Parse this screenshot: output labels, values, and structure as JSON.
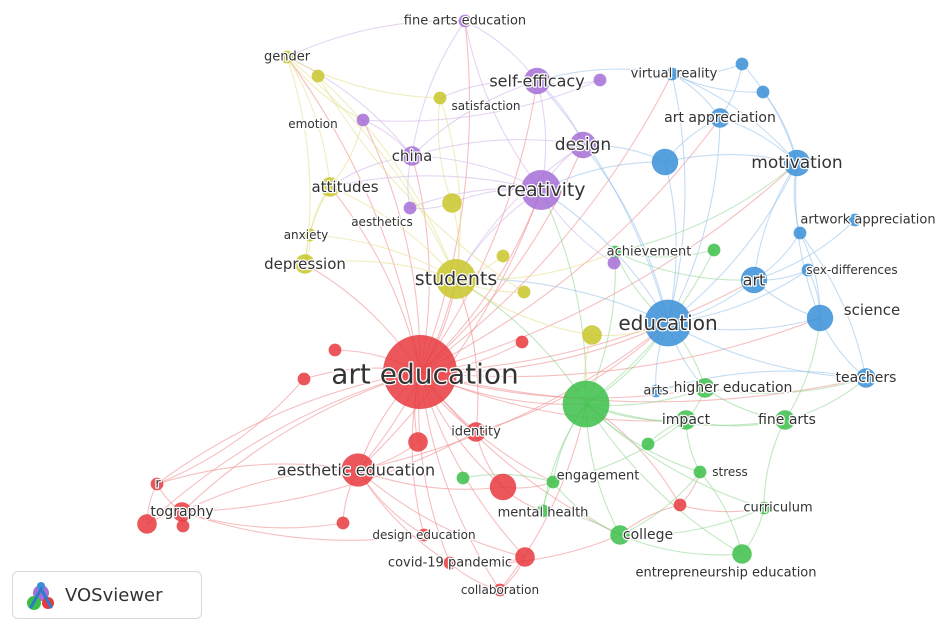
{
  "app": {
    "logo_icon": "vosviewer-logo-icon",
    "brand": "VOSviewer"
  },
  "clusters": {
    "red": {
      "color": "#e8393e",
      "line": "#ef8a8c"
    },
    "green": {
      "color": "#3cbf4a",
      "line": "#8fd68f"
    },
    "blue": {
      "color": "#3a8fd8",
      "line": "#93c1ea"
    },
    "yellow": {
      "color": "#c9c52a",
      "line": "#e3df86"
    },
    "purple": {
      "color": "#a66fd6",
      "line": "#cfb2ea"
    }
  },
  "nodes": [
    {
      "id": "art-education",
      "label": "art education",
      "cluster": "red",
      "weight": 10
    },
    {
      "id": "aesthetic-education",
      "label": "aesthetic education",
      "cluster": "red",
      "weight": 4
    },
    {
      "id": "identity",
      "label": "identity",
      "cluster": "red",
      "weight": 2
    },
    {
      "id": "r",
      "label": "r",
      "cluster": "red",
      "weight": 1
    },
    {
      "id": "tography",
      "label": "tography",
      "cluster": "red",
      "weight": 2
    },
    {
      "id": "design-education",
      "label": "design education",
      "cluster": "red",
      "weight": 1
    },
    {
      "id": "covid-19-pandemic",
      "label": "covid-19 pandemic",
      "cluster": "red",
      "weight": 1
    },
    {
      "id": "collaboration",
      "label": "collaboration",
      "cluster": "red",
      "weight": 1
    },
    {
      "id": "red-a",
      "label": "",
      "cluster": "red",
      "weight": 2
    },
    {
      "id": "red-b",
      "label": "",
      "cluster": "red",
      "weight": 3
    },
    {
      "id": "red-c",
      "label": "",
      "cluster": "red",
      "weight": 2
    },
    {
      "id": "red-d",
      "label": "",
      "cluster": "red",
      "weight": 1
    },
    {
      "id": "red-e",
      "label": "",
      "cluster": "red",
      "weight": 2
    },
    {
      "id": "red-f",
      "label": "",
      "cluster": "red",
      "weight": 1
    },
    {
      "id": "red-g",
      "label": "",
      "cluster": "red",
      "weight": 1
    },
    {
      "id": "red-h",
      "label": "",
      "cluster": "red",
      "weight": 1
    },
    {
      "id": "red-i",
      "label": "",
      "cluster": "red",
      "weight": 1
    },
    {
      "id": "red-j",
      "label": "",
      "cluster": "red",
      "weight": 1
    },
    {
      "id": "engagement",
      "label": "engagement",
      "cluster": "green",
      "weight": 1
    },
    {
      "id": "mental-health",
      "label": "mental health",
      "cluster": "green",
      "weight": 1
    },
    {
      "id": "college",
      "label": "college",
      "cluster": "green",
      "weight": 2
    },
    {
      "id": "entrepreneurship-education",
      "label": "entrepreneurship education",
      "cluster": "green",
      "weight": 2
    },
    {
      "id": "curriculum",
      "label": "curriculum",
      "cluster": "green",
      "weight": 1
    },
    {
      "id": "stress",
      "label": "stress",
      "cluster": "green",
      "weight": 1
    },
    {
      "id": "impact",
      "label": "impact",
      "cluster": "green",
      "weight": 2
    },
    {
      "id": "higher-education",
      "label": "higher education",
      "cluster": "green",
      "weight": 2
    },
    {
      "id": "fine-arts",
      "label": "fine arts",
      "cluster": "green",
      "weight": 2
    },
    {
      "id": "achievement",
      "label": "achievement",
      "cluster": "green",
      "weight": 1
    },
    {
      "id": "green-hub",
      "label": "",
      "cluster": "green",
      "weight": 6
    },
    {
      "id": "green-a",
      "label": "",
      "cluster": "green",
      "weight": 1
    },
    {
      "id": "green-b",
      "label": "",
      "cluster": "green",
      "weight": 1
    },
    {
      "id": "green-c",
      "label": "",
      "cluster": "green",
      "weight": 1
    },
    {
      "id": "education",
      "label": "education",
      "cluster": "blue",
      "weight": 6
    },
    {
      "id": "motivation",
      "label": "motivation",
      "cluster": "blue",
      "weight": 3
    },
    {
      "id": "art",
      "label": "art",
      "cluster": "blue",
      "weight": 3
    },
    {
      "id": "science",
      "label": "science",
      "cluster": "blue",
      "weight": 3
    },
    {
      "id": "teachers",
      "label": "teachers",
      "cluster": "blue",
      "weight": 2
    },
    {
      "id": "arts",
      "label": "arts",
      "cluster": "blue",
      "weight": 1
    },
    {
      "id": "virtual-reality",
      "label": "virtual reality",
      "cluster": "blue",
      "weight": 1
    },
    {
      "id": "art-appreciation",
      "label": "art appreciation",
      "cluster": "blue",
      "weight": 2
    },
    {
      "id": "artwork-appreciation",
      "label": "artwork appreciation",
      "cluster": "blue",
      "weight": 1
    },
    {
      "id": "sex-differences",
      "label": "sex-differences",
      "cluster": "blue",
      "weight": 1
    },
    {
      "id": "blue-a",
      "label": "",
      "cluster": "blue",
      "weight": 3
    },
    {
      "id": "blue-b",
      "label": "",
      "cluster": "blue",
      "weight": 1
    },
    {
      "id": "blue-c",
      "label": "",
      "cluster": "blue",
      "weight": 1
    },
    {
      "id": "blue-d",
      "label": "",
      "cluster": "blue",
      "weight": 1
    },
    {
      "id": "students",
      "label": "students",
      "cluster": "yellow",
      "weight": 5
    },
    {
      "id": "attitudes",
      "label": "attitudes",
      "cluster": "yellow",
      "weight": 2
    },
    {
      "id": "depression",
      "label": "depression",
      "cluster": "yellow",
      "weight": 2
    },
    {
      "id": "anxiety",
      "label": "anxiety",
      "cluster": "yellow",
      "weight": 1
    },
    {
      "id": "gender",
      "label": "gender",
      "cluster": "yellow",
      "weight": 1
    },
    {
      "id": "satisfaction",
      "label": "satisfaction",
      "cluster": "yellow",
      "weight": 1
    },
    {
      "id": "yellow-a",
      "label": "",
      "cluster": "yellow",
      "weight": 2
    },
    {
      "id": "yellow-b",
      "label": "",
      "cluster": "yellow",
      "weight": 1
    },
    {
      "id": "yellow-c",
      "label": "",
      "cluster": "yellow",
      "weight": 1
    },
    {
      "id": "yellow-d",
      "label": "",
      "cluster": "yellow",
      "weight": 2
    },
    {
      "id": "yellow-e",
      "label": "",
      "cluster": "yellow",
      "weight": 1
    },
    {
      "id": "creativity",
      "label": "creativity",
      "cluster": "purple",
      "weight": 5
    },
    {
      "id": "design",
      "label": "design",
      "cluster": "purple",
      "weight": 3
    },
    {
      "id": "self-efficacy",
      "label": "self-efficacy",
      "cluster": "purple",
      "weight": 3
    },
    {
      "id": "china",
      "label": "china",
      "cluster": "purple",
      "weight": 2
    },
    {
      "id": "aesthetics",
      "label": "aesthetics",
      "cluster": "purple",
      "weight": 1
    },
    {
      "id": "emotion",
      "label": "emotion",
      "cluster": "purple",
      "weight": 1
    },
    {
      "id": "fine-arts-education",
      "label": "fine arts education",
      "cluster": "purple",
      "weight": 1
    },
    {
      "id": "purple-a",
      "label": "",
      "cluster": "purple",
      "weight": 1
    },
    {
      "id": "purple-b",
      "label": "",
      "cluster": "purple",
      "weight": 1
    }
  ],
  "links": [
    [
      "art-education",
      "aesthetic-education"
    ],
    [
      "art-education",
      "identity"
    ],
    [
      "art-education",
      "r"
    ],
    [
      "art-education",
      "tography"
    ],
    [
      "art-education",
      "design-education"
    ],
    [
      "art-education",
      "covid-19-pandemic"
    ],
    [
      "art-education",
      "collaboration"
    ],
    [
      "art-education",
      "students"
    ],
    [
      "art-education",
      "education"
    ],
    [
      "art-education",
      "creativity"
    ],
    [
      "art-education",
      "design"
    ],
    [
      "art-education",
      "green-hub"
    ],
    [
      "art-education",
      "higher-education"
    ],
    [
      "art-education",
      "motivation"
    ],
    [
      "art-education",
      "self-efficacy"
    ],
    [
      "art-education",
      "china"
    ],
    [
      "art-education",
      "attitudes"
    ],
    [
      "art-education",
      "depression"
    ],
    [
      "art-education",
      "fine-arts-education"
    ],
    [
      "art-education",
      "teachers"
    ],
    [
      "art-education",
      "art"
    ],
    [
      "art-education",
      "science"
    ],
    [
      "art-education",
      "engagement"
    ],
    [
      "art-education",
      "red-a"
    ],
    [
      "art-education",
      "red-b"
    ],
    [
      "art-education",
      "red-c"
    ],
    [
      "art-education",
      "red-d"
    ],
    [
      "art-education",
      "red-e"
    ],
    [
      "art-education",
      "red-f"
    ],
    [
      "art-education",
      "red-g"
    ],
    [
      "art-education",
      "art-appreciation"
    ],
    [
      "art-education",
      "gender"
    ],
    [
      "art-education",
      "emotion"
    ],
    [
      "art-education",
      "virtual-reality"
    ],
    [
      "art-education",
      "impact"
    ],
    [
      "art-education",
      "college"
    ],
    [
      "aesthetic-education",
      "r"
    ],
    [
      "aesthetic-education",
      "tography"
    ],
    [
      "aesthetic-education",
      "red-b"
    ],
    [
      "aesthetic-education",
      "design-education"
    ],
    [
      "aesthetic-education",
      "covid-19-pandemic"
    ],
    [
      "aesthetic-education",
      "education"
    ],
    [
      "aesthetic-education",
      "creativity"
    ],
    [
      "aesthetic-education",
      "red-h"
    ],
    [
      "aesthetic-education",
      "red-c"
    ],
    [
      "aesthetic-education",
      "students"
    ],
    [
      "aesthetic-education",
      "red-e"
    ],
    [
      "r",
      "tography"
    ],
    [
      "r",
      "red-a"
    ],
    [
      "r",
      "red-d"
    ],
    [
      "tography",
      "red-a"
    ],
    [
      "tography",
      "red-i"
    ],
    [
      "tography",
      "red-h"
    ],
    [
      "tography",
      "design-education"
    ],
    [
      "tography",
      "identity"
    ],
    [
      "identity",
      "education"
    ],
    [
      "identity",
      "red-b"
    ],
    [
      "identity",
      "students"
    ],
    [
      "covid-19-pandemic",
      "collaboration"
    ],
    [
      "covid-19-pandemic",
      "college"
    ],
    [
      "covid-19-pandemic",
      "red-e"
    ],
    [
      "collaboration",
      "red-e"
    ],
    [
      "collaboration",
      "green-hub"
    ],
    [
      "red-b",
      "engagement"
    ],
    [
      "red-b",
      "mental-health"
    ],
    [
      "red-j",
      "stress"
    ],
    [
      "red-j",
      "curriculum"
    ],
    [
      "red-j",
      "green-hub"
    ],
    [
      "red-j",
      "college"
    ],
    [
      "green-hub",
      "education"
    ],
    [
      "green-hub",
      "impact"
    ],
    [
      "green-hub",
      "engagement"
    ],
    [
      "green-hub",
      "college"
    ],
    [
      "green-hub",
      "higher-education"
    ],
    [
      "green-hub",
      "fine-arts"
    ],
    [
      "green-hub",
      "achievement"
    ],
    [
      "green-hub",
      "students"
    ],
    [
      "green-hub",
      "mental-health"
    ],
    [
      "green-hub",
      "stress"
    ],
    [
      "green-hub",
      "green-a"
    ],
    [
      "green-hub",
      "entrepreneurship-education"
    ],
    [
      "green-hub",
      "creativity"
    ],
    [
      "green-hub",
      "curriculum"
    ],
    [
      "engagement",
      "mental-health"
    ],
    [
      "engagement",
      "college"
    ],
    [
      "engagement",
      "impact"
    ],
    [
      "engagement",
      "green-b"
    ],
    [
      "college",
      "entrepreneurship-education"
    ],
    [
      "college",
      "curriculum"
    ],
    [
      "college",
      "mental-health"
    ],
    [
      "college",
      "stress"
    ],
    [
      "impact",
      "higher-education"
    ],
    [
      "impact",
      "fine-arts"
    ],
    [
      "impact",
      "stress"
    ],
    [
      "impact",
      "green-c"
    ],
    [
      "higher-education",
      "education"
    ],
    [
      "higher-education",
      "teachers"
    ],
    [
      "higher-education",
      "fine-arts"
    ],
    [
      "higher-education",
      "arts"
    ],
    [
      "fine-arts",
      "science"
    ],
    [
      "fine-arts",
      "curriculum"
    ],
    [
      "fine-arts",
      "teachers"
    ],
    [
      "achievement",
      "education"
    ],
    [
      "achievement",
      "motivation"
    ],
    [
      "achievement",
      "art"
    ],
    [
      "achievement",
      "green-a"
    ],
    [
      "entrepreneurship-education",
      "curriculum"
    ],
    [
      "entrepreneurship-education",
      "stress"
    ],
    [
      "education",
      "motivation"
    ],
    [
      "education",
      "art"
    ],
    [
      "education",
      "science"
    ],
    [
      "education",
      "teachers"
    ],
    [
      "education",
      "arts"
    ],
    [
      "education",
      "creativity"
    ],
    [
      "education",
      "design"
    ],
    [
      "education",
      "students"
    ],
    [
      "education",
      "blue-a"
    ],
    [
      "education",
      "art-appreciation"
    ],
    [
      "education",
      "higher-education"
    ],
    [
      "education",
      "virtual-reality"
    ],
    [
      "education",
      "sex-differences"
    ],
    [
      "education",
      "self-efficacy"
    ],
    [
      "motivation",
      "art"
    ],
    [
      "motivation",
      "science"
    ],
    [
      "motivation",
      "art-appreciation"
    ],
    [
      "motivation",
      "artwork-appreciation"
    ],
    [
      "motivation",
      "virtual-reality"
    ],
    [
      "motivation",
      "blue-a"
    ],
    [
      "motivation",
      "blue-b"
    ],
    [
      "motivation",
      "blue-c"
    ],
    [
      "art",
      "science"
    ],
    [
      "art",
      "sex-differences"
    ],
    [
      "art",
      "artwork-appreciation"
    ],
    [
      "art",
      "blue-d"
    ],
    [
      "science",
      "teachers"
    ],
    [
      "science",
      "artwork-appreciation"
    ],
    [
      "science",
      "sex-differences"
    ],
    [
      "teachers",
      "arts"
    ],
    [
      "teachers",
      "artwork-appreciation"
    ],
    [
      "art-appreciation",
      "virtual-reality"
    ],
    [
      "art-appreciation",
      "blue-a"
    ],
    [
      "art-appreciation",
      "blue-b"
    ],
    [
      "virtual-reality",
      "blue-b"
    ],
    [
      "virtual-reality",
      "blue-c"
    ],
    [
      "virtual-reality",
      "self-efficacy"
    ],
    [
      "blue-a",
      "design"
    ],
    [
      "blue-a",
      "creativity"
    ],
    [
      "design",
      "creativity"
    ],
    [
      "design",
      "self-efficacy"
    ],
    [
      "design",
      "china"
    ],
    [
      "design",
      "students"
    ],
    [
      "creativity",
      "students"
    ],
    [
      "creativity",
      "china"
    ],
    [
      "creativity",
      "self-efficacy"
    ],
    [
      "creativity",
      "aesthetics"
    ],
    [
      "creativity",
      "attitudes"
    ],
    [
      "creativity",
      "purple-a"
    ],
    [
      "creativity",
      "yellow-a"
    ],
    [
      "self-efficacy",
      "fine-arts-education"
    ],
    [
      "self-efficacy",
      "purple-b"
    ],
    [
      "self-efficacy",
      "satisfaction"
    ],
    [
      "self-efficacy",
      "china"
    ],
    [
      "china",
      "aesthetics"
    ],
    [
      "china",
      "emotion"
    ],
    [
      "china",
      "attitudes"
    ],
    [
      "china",
      "gender"
    ],
    [
      "fine-arts-education",
      "gender"
    ],
    [
      "fine-arts-education",
      "creativity"
    ],
    [
      "fine-arts-education",
      "china"
    ],
    [
      "students",
      "attitudes"
    ],
    [
      "students",
      "depression"
    ],
    [
      "students",
      "anxiety"
    ],
    [
      "students",
      "yellow-a"
    ],
    [
      "students",
      "yellow-b"
    ],
    [
      "students",
      "yellow-c"
    ],
    [
      "students",
      "yellow-d"
    ],
    [
      "students",
      "yellow-e"
    ],
    [
      "students",
      "satisfaction"
    ],
    [
      "students",
      "gender"
    ],
    [
      "students",
      "achievement"
    ],
    [
      "attitudes",
      "depression"
    ],
    [
      "attitudes",
      "anxiety"
    ],
    [
      "attitudes",
      "gender"
    ],
    [
      "attitudes",
      "emotion"
    ],
    [
      "depression",
      "anxiety"
    ],
    [
      "depression",
      "gender"
    ],
    [
      "gender",
      "satisfaction"
    ],
    [
      "gender",
      "emotion"
    ],
    [
      "satisfaction",
      "yellow-a"
    ],
    [
      "emotion",
      "purple-b"
    ],
    [
      "aesthetics",
      "yellow-a"
    ],
    [
      "yellow-d",
      "education"
    ],
    [
      "yellow-d",
      "green-hub"
    ],
    [
      "yellow-b",
      "yellow-e"
    ]
  ]
}
